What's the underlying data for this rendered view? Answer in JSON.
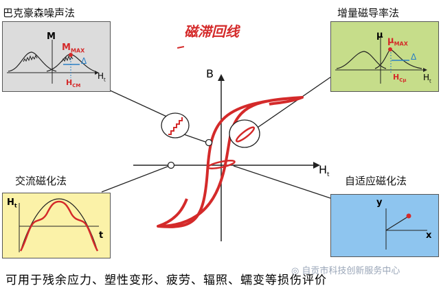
{
  "title": "磁滞回线",
  "methods": {
    "barkhausen": {
      "label": "巴克豪森噪声法",
      "y_axis": "M",
      "peak": "M",
      "peak_sub": "MAX",
      "delta": "Δ",
      "x_axis": "H",
      "x_sub": "t",
      "coercive": "H",
      "coercive_sub": "CM"
    },
    "permeability": {
      "label": "增量磁导率法",
      "y_axis": "μ",
      "peak": "μ",
      "peak_sub": "MAX",
      "delta": "Δ",
      "x_axis": "H",
      "x_sub": "t",
      "coercive": "H",
      "coercive_sub": "Cμ"
    },
    "ac": {
      "label": "交流磁化法",
      "y_axis": "H",
      "y_sub": "t",
      "x_axis": "t"
    },
    "adaptive": {
      "label": "自适应磁化法",
      "y_axis": "y",
      "x_axis": "x"
    }
  },
  "axes": {
    "b_label": "B",
    "h_label": "H",
    "h_sub": "t"
  },
  "footer": "可用于残余应力、塑性变形、疲劳、辐照、蠕变等损伤评价",
  "watermark": "自贡市科技创新服务中心",
  "colors": {
    "red": "#d42a2a",
    "panel_gray": "#dcdcdc",
    "panel_green": "#c6dd8a",
    "panel_yellow": "#fbf2a8",
    "panel_blue": "#8ec5ef"
  }
}
